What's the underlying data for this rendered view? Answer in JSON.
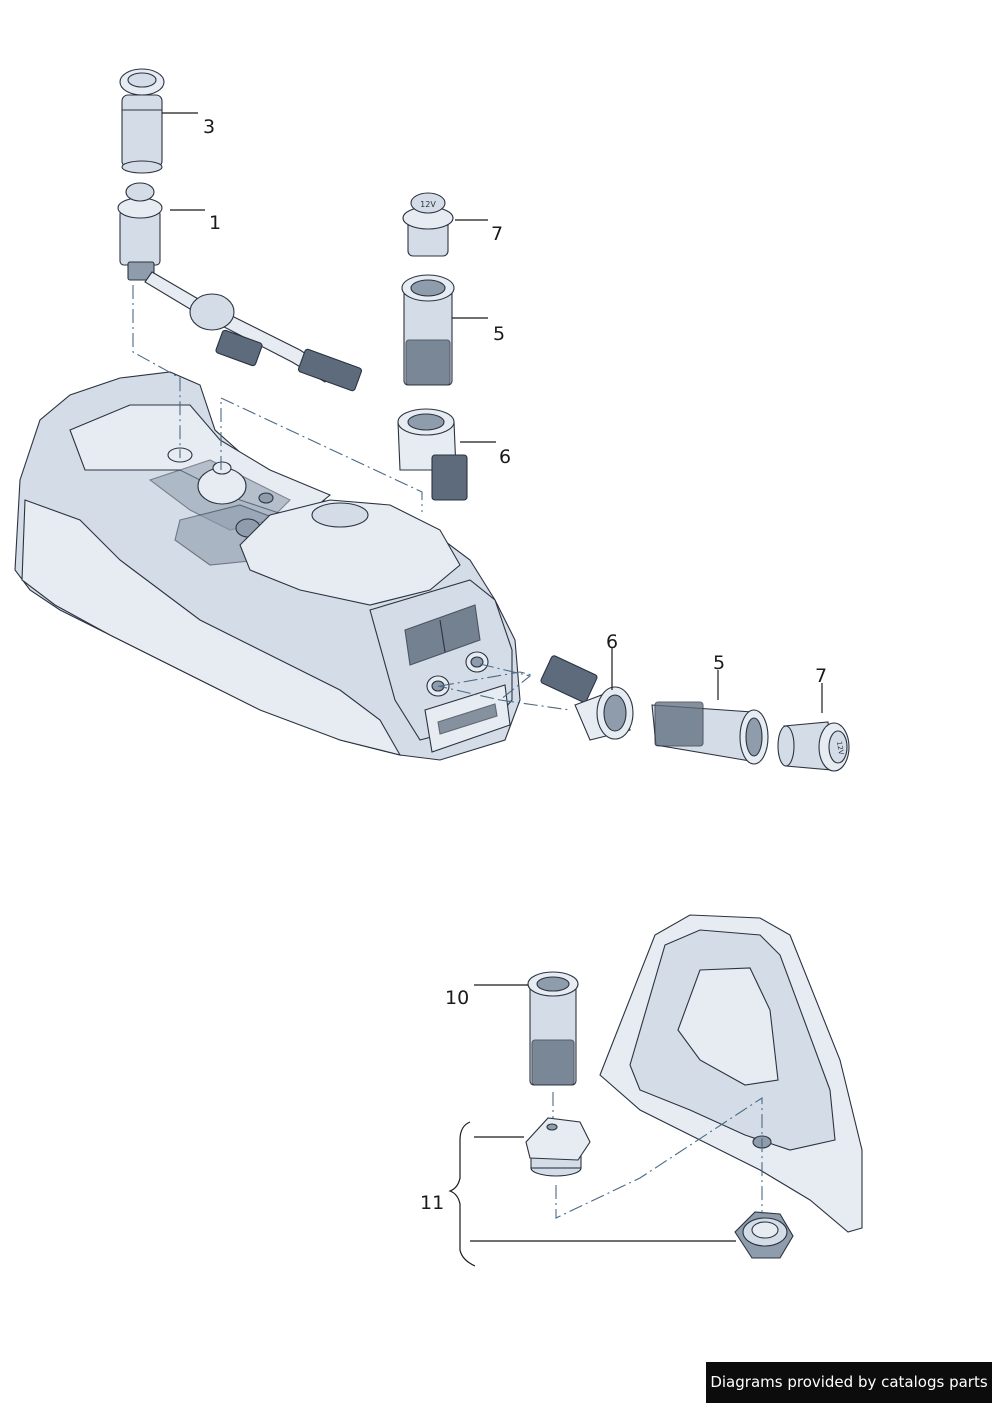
{
  "callouts": {
    "c3": "3",
    "c1": "1",
    "c7_top": "7",
    "c5_top": "5",
    "c6_top": "6",
    "c6_rear": "6",
    "c5_rear": "5",
    "c7_rear": "7",
    "c10": "10",
    "c11": "11"
  },
  "socket_cap_text": "12V",
  "credit": "Diagrams provided by catalogs parts"
}
